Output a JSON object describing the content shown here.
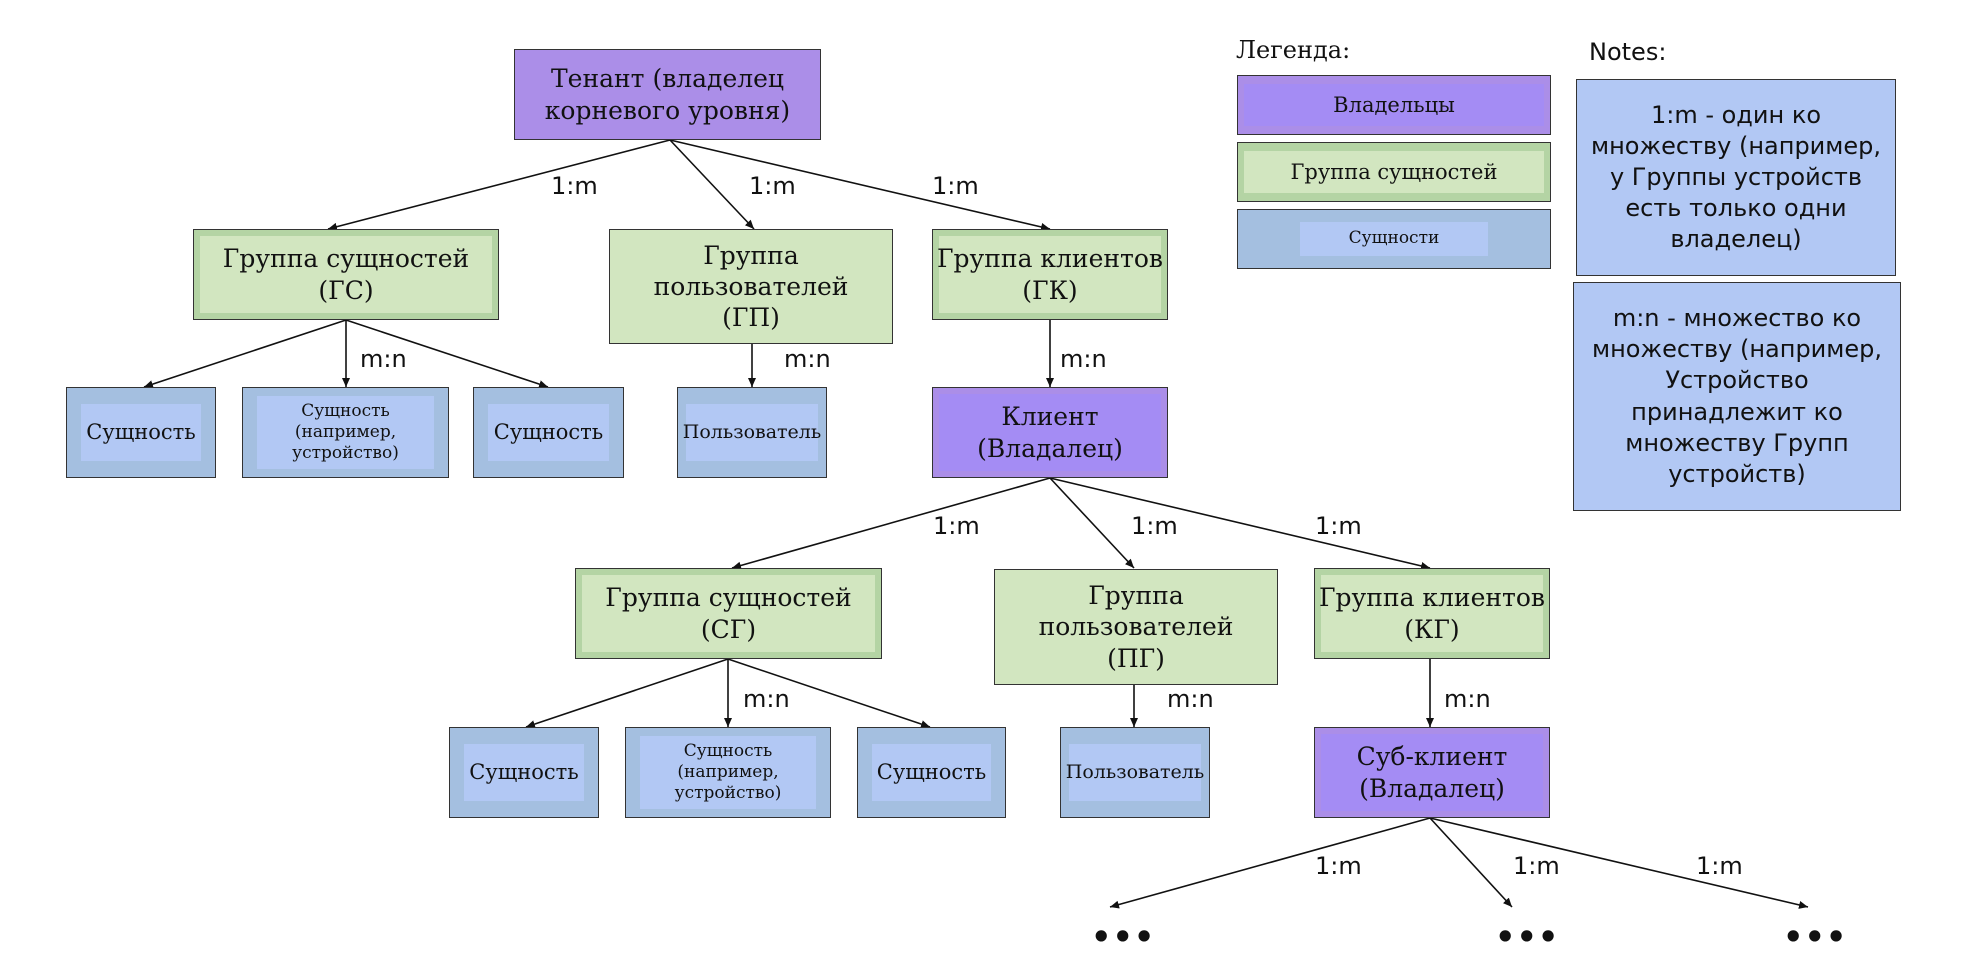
{
  "diagram": {
    "nodes": {
      "tenant": "Тенант (владелец\nкорневого уровня)",
      "entity_group_1": "Группа сущностей\n(ГС)",
      "user_group_1": "Группа\nпользователей\n(ГП)",
      "customer_group_1": "Группа клиентов\n(ГК)",
      "entity_1": "Сущность",
      "entity_device_1": "Сущность\n(например,\nустройство)",
      "entity_2": "Сущность",
      "user_1": "Пользователь",
      "customer": "Клиент\n(Владалец)",
      "entity_group_2": "Группа сущностей\n(СГ)",
      "user_group_2": "Группа\nпользователей\n(ПГ)",
      "customer_group_2": "Группа клиентов\n(КГ)",
      "entity_3": "Сущность",
      "entity_device_2": "Сущность\n(например,\nустройство)",
      "entity_4": "Сущность",
      "user_2": "Пользователь",
      "sub_customer": "Суб-клиент\n(Владалец)"
    },
    "edge_labels": {
      "one_to_many": "1:m",
      "many_to_many": "m:n"
    },
    "ellipsis": "•••"
  },
  "legend": {
    "title": "Легенда:",
    "owners": "Владельцы",
    "entity_groups": "Группа сущностей",
    "entities": "Сущности"
  },
  "notes": {
    "title": "Notes:",
    "one_to_many": "1:m - один ко\nмножеству (например,\nу Группы устройств\nесть только одни\nвладелец)",
    "many_to_many": "m:n - множество ко\nмножеству (например,\nУстройство\nпринадлежит ко\nмножеству Групп\nустройств)"
  },
  "colors": {
    "owner": "#a48cf4",
    "group": "#d2e6c0",
    "entity": "#b2c8f4"
  }
}
